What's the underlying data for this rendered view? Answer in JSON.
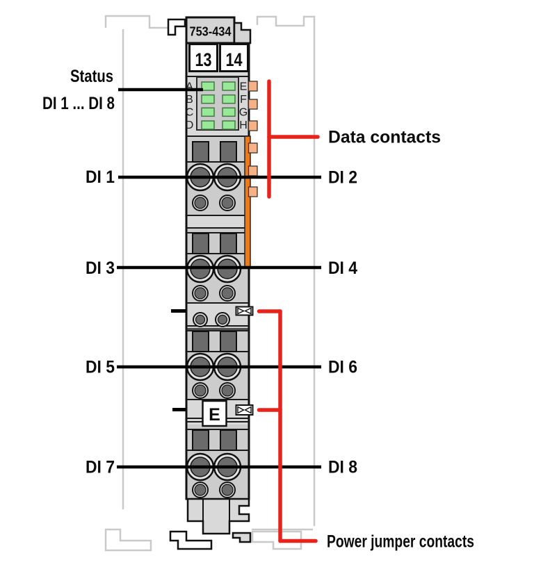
{
  "device": {
    "part_number": "753-434",
    "terminal_numbers": [
      "13",
      "14"
    ],
    "led_rows_left": [
      "A",
      "B",
      "C",
      "D"
    ],
    "led_rows_right": [
      "E",
      "F",
      "G",
      "H"
    ],
    "ground_marking": "E"
  },
  "callouts": {
    "status_line1": "Status",
    "status_line2": "DI 1 ... DI 8",
    "di1": "DI 1",
    "di2": "DI 2",
    "di3": "DI 3",
    "di4": "DI 4",
    "di5": "DI 5",
    "di6": "DI 6",
    "di7": "DI 7",
    "di8": "DI 8",
    "data_contacts": "Data contacts",
    "power_jumper_contacts": "Power jumper contacts"
  },
  "colors": {
    "callout_red": "#e8231b",
    "led_green": "#97e897",
    "data_contact_strip_orange": "#ee7b16",
    "data_contact_tab_orange": "#f6b286",
    "module_gray": "#d9d9d9",
    "section_gray": "#cccccc",
    "terminal_dark_gray": "#6b6b6b",
    "adjacent_outline_gray": "#c9c9c9"
  }
}
